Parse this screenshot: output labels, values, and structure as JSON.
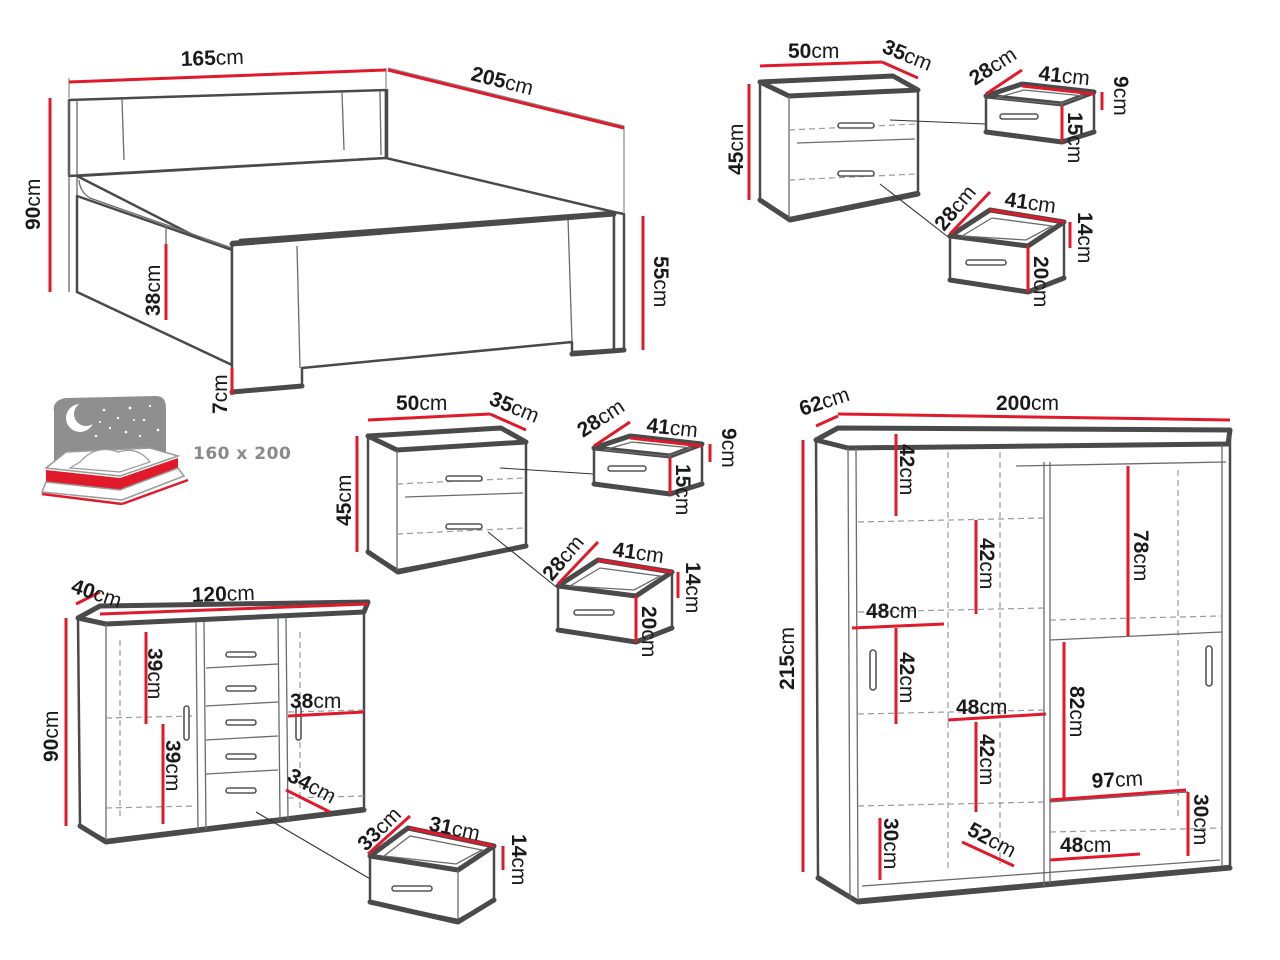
{
  "colors": {
    "outline": "#4a4a4a",
    "dimension_line": "#e0192b",
    "text": "#1a1a1a",
    "icon_headboard": "#9a9a9a",
    "icon_mattress": "#e0192b"
  },
  "unit": "cm",
  "bed": {
    "width": "165",
    "length": "205",
    "headboard_height": "90",
    "footboard_height": "55",
    "frame_height": "38",
    "clearance": "7"
  },
  "mattress_icon": {
    "icon": "bed-with-starry-night-icon",
    "size_label": "160 x 200"
  },
  "nightstand_top": {
    "width": "50",
    "depth": "35",
    "height": "45",
    "drawer_upper": {
      "depth": "28",
      "width": "41",
      "height": "9",
      "front": "15"
    },
    "drawer_lower": {
      "depth": "28",
      "width": "41",
      "height": "14",
      "front": "20"
    }
  },
  "nightstand_mid": {
    "width": "50",
    "depth": "35",
    "height": "45",
    "drawer_upper": {
      "depth": "28",
      "width": "41",
      "height": "9",
      "front": "15"
    },
    "drawer_lower": {
      "depth": "28",
      "width": "41",
      "height": "14",
      "front": "20"
    }
  },
  "dresser": {
    "depth": "40",
    "width": "120",
    "height": "90",
    "shelf_upper": "39",
    "shelf_lower": "39",
    "shelf_width": "38",
    "drawer_depth_inner": "34",
    "drawer": {
      "depth": "33",
      "width": "31",
      "height": "14"
    }
  },
  "wardrobe": {
    "depth": "62",
    "width": "200",
    "height": "215",
    "left_shelf_1": "42",
    "left_width": "48",
    "left_shelf_2": "42",
    "left_bottom": "30",
    "mid_shelf_1": "42",
    "mid_width": "48",
    "mid_shelf_2": "42",
    "mid_drawer_depth": "52",
    "right_upper": "78",
    "right_hanging": "82",
    "right_rail_width": "97",
    "right_bottom": "30",
    "right_drawer_width": "48"
  }
}
